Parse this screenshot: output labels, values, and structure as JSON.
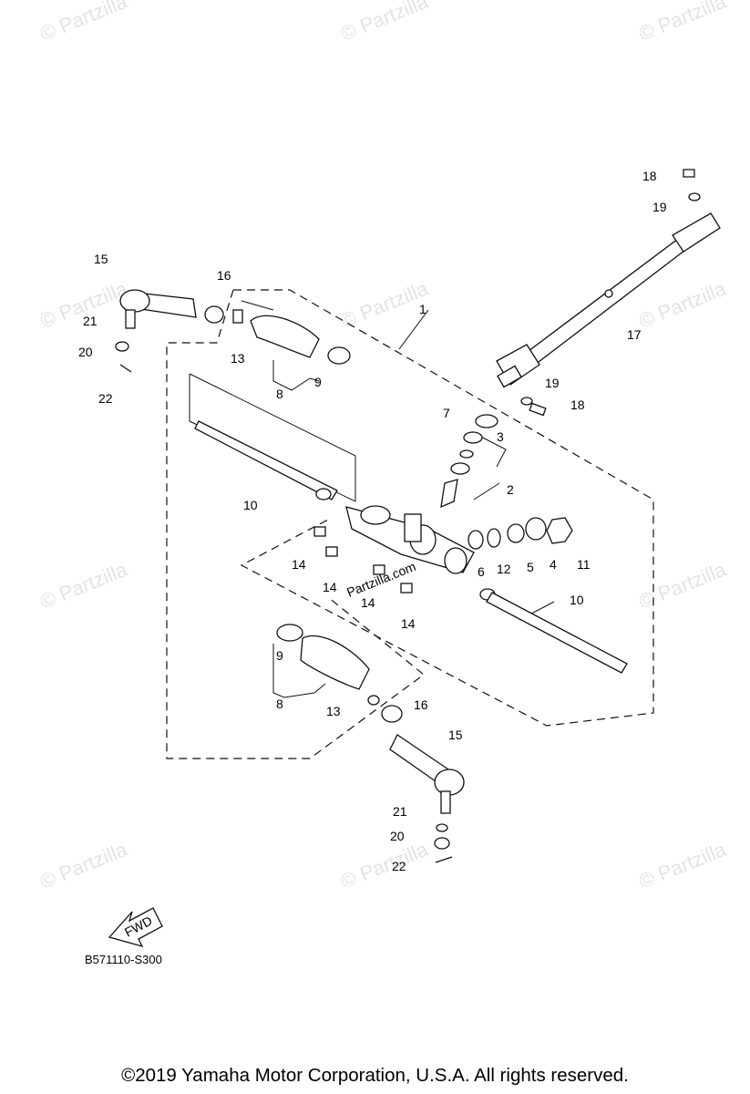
{
  "watermark": "© Partzilla",
  "watermark_center": "Partzilla.com",
  "fwd_label": "FWD",
  "diagram_code": "B571110-S300",
  "copyright": "©2019  Yamaha Motor Corporation, U.S.A. All rights reserved.",
  "callouts": [
    "1",
    "2",
    "3",
    "4",
    "5",
    "6",
    "7",
    "8",
    "9",
    "10",
    "11",
    "12",
    "13",
    "14",
    "15",
    "16",
    "17",
    "18",
    "19",
    "20",
    "21",
    "22"
  ]
}
